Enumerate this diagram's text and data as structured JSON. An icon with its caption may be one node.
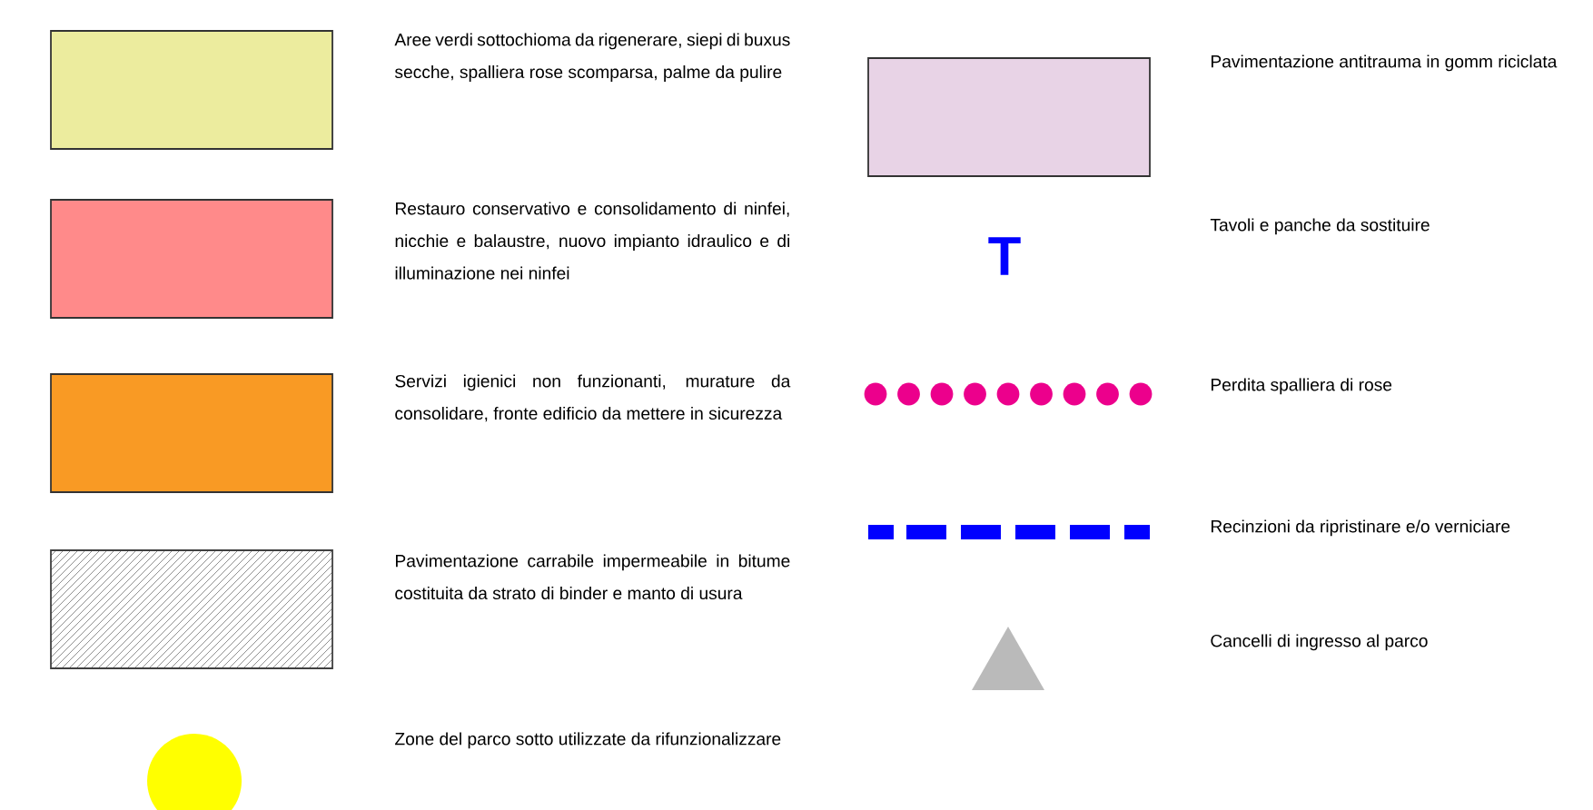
{
  "diagram": {
    "labels": [
      "T"
    ],
    "legend": [
      {
        "text": "Aree verdi sottochioma da rigenerare, siepi di buxus secche, spalliera rose scomparsa, palme da pulire",
        "color": "#ecec9e"
      },
      {
        "text": "Restauro conservativo e consolidamento di ninfei, nicchie e balaustre, nuovo impianto idraulico e di illuminazione nei ninfei",
        "color": "#ff8a8a"
      },
      {
        "text": "Servizi igienici non funzionanti, murature da consolidare, fronte edificio da mettere in sicurezza",
        "color": "#f99a24"
      },
      {
        "text": "Pavimentazione carrabile impermeabile in bitume costituita da strato di binder e manto di usura"
      },
      {
        "text": "Zone del parco sotto utilizzate da rifunzionalizzare",
        "color": "#ffff00"
      },
      {
        "text": "Pavimentazione antitrauma in gomm riciclata",
        "color": "#e8d3e6"
      },
      {
        "text": "Tavoli e panche da sostituire"
      },
      {
        "text": "Perdita spalliera di rose"
      },
      {
        "text": "Recinzioni da ripristinare e/o verniciare"
      },
      {
        "text": "Cancelli di ingresso al parco"
      }
    ]
  }
}
